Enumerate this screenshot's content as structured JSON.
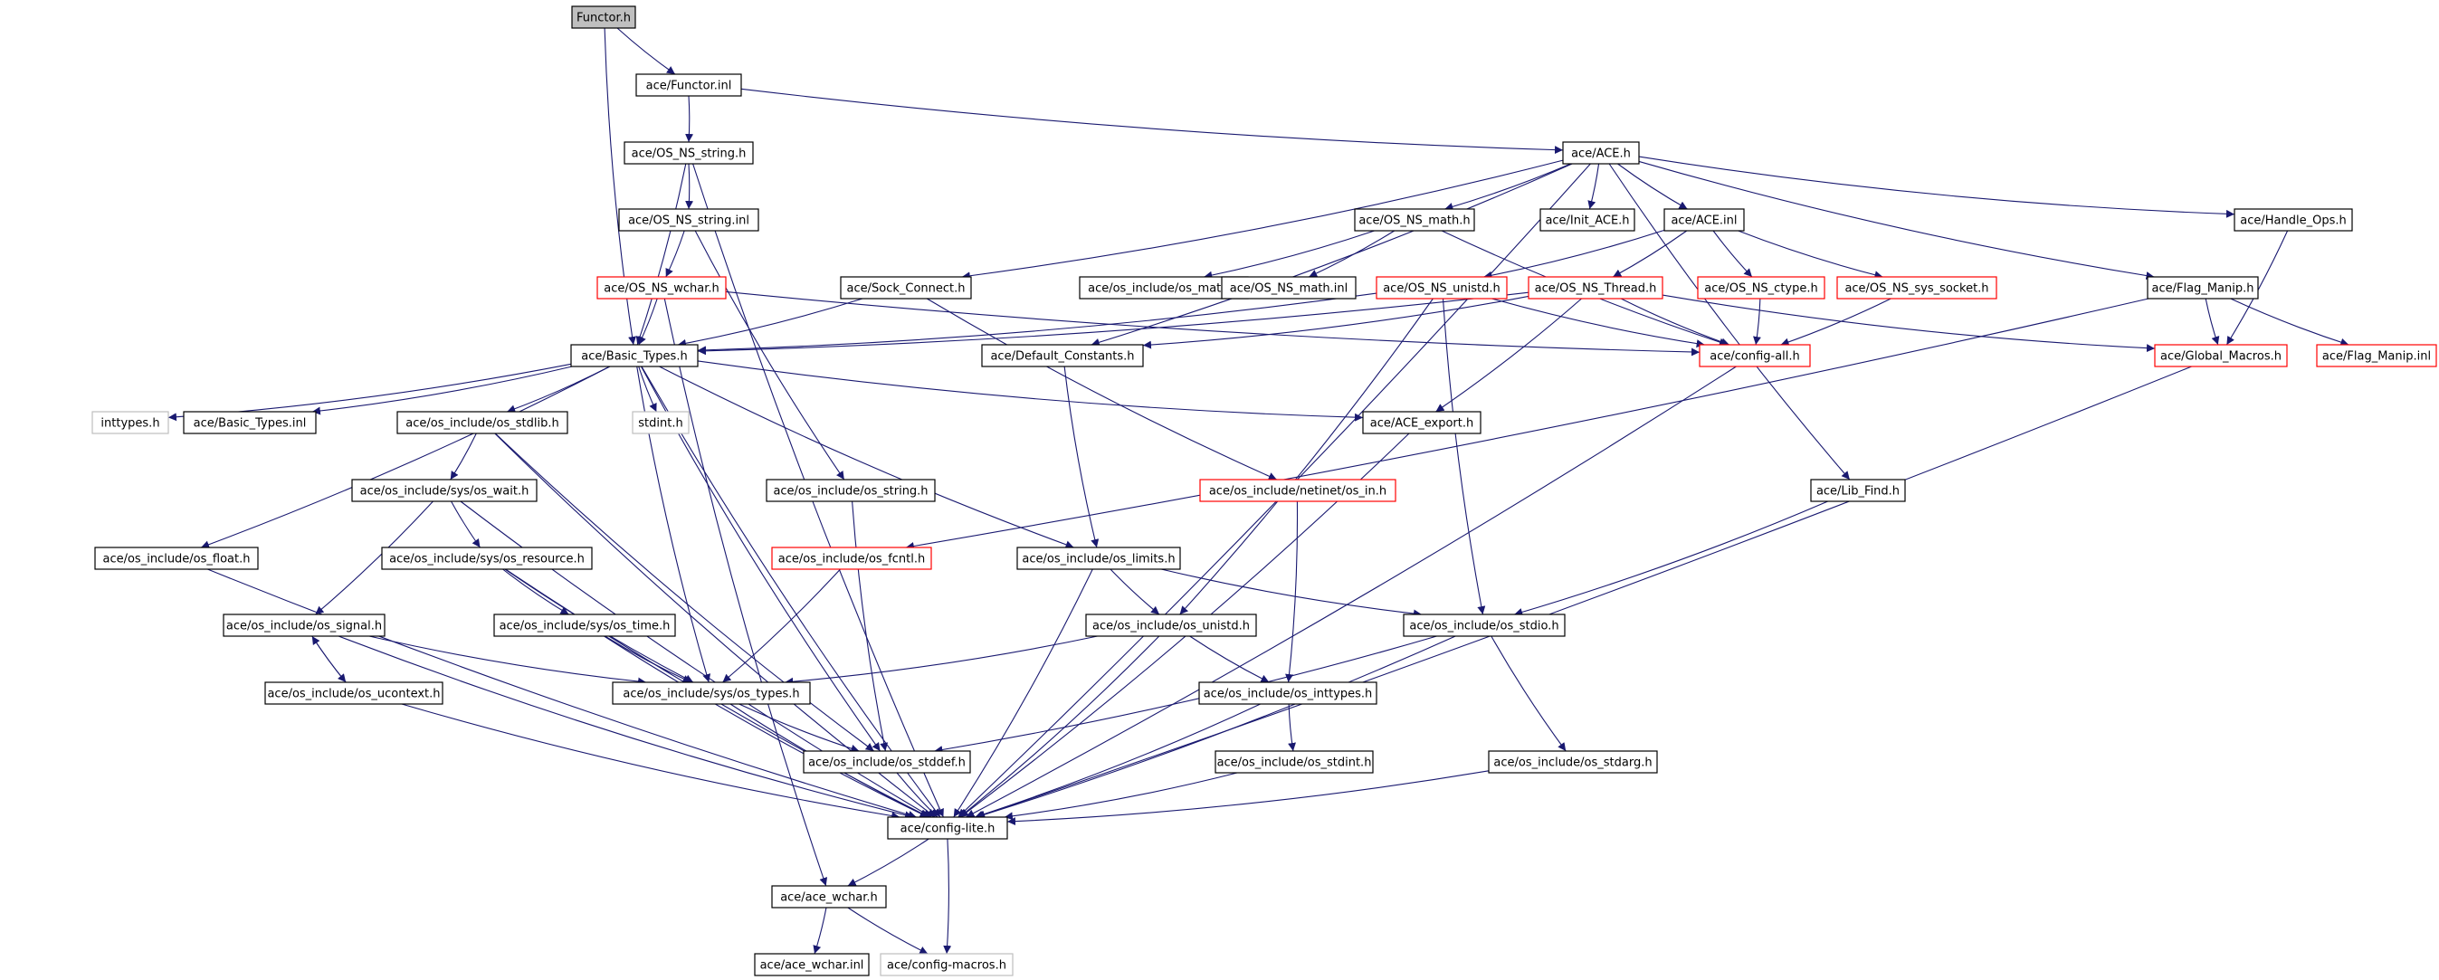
{
  "graph": {
    "colors": {
      "edge": "#191970",
      "border_normal": "#000000",
      "border_truncated": "#ff0000",
      "border_external": "#bfbfbf",
      "fill_root": "#bfbfbf",
      "fill_default": "#ffffff"
    },
    "nodes": [
      {
        "id": "n_functor_h",
        "label": "Functor.h",
        "kind": "root"
      },
      {
        "id": "n_functor_inl",
        "label": "ace/Functor.inl",
        "kind": "normal"
      },
      {
        "id": "n_os_ns_string_h",
        "label": "ace/OS_NS_string.h",
        "kind": "normal"
      },
      {
        "id": "n_ace_h",
        "label": "ace/ACE.h",
        "kind": "normal"
      },
      {
        "id": "n_os_ns_string_inl",
        "label": "ace/OS_NS_string.inl",
        "kind": "normal"
      },
      {
        "id": "n_os_ns_math_h",
        "label": "ace/OS_NS_math.h",
        "kind": "normal"
      },
      {
        "id": "n_init_ace_h",
        "label": "ace/Init_ACE.h",
        "kind": "normal"
      },
      {
        "id": "n_ace_inl",
        "label": "ace/ACE.inl",
        "kind": "normal"
      },
      {
        "id": "n_handle_ops_h",
        "label": "ace/Handle_Ops.h",
        "kind": "normal"
      },
      {
        "id": "n_os_ns_wchar_h",
        "label": "ace/OS_NS_wchar.h",
        "kind": "truncated"
      },
      {
        "id": "n_sock_connect_h",
        "label": "ace/Sock_Connect.h",
        "kind": "normal"
      },
      {
        "id": "n_os_math_h",
        "label": "ace/os_include/os_math.h",
        "kind": "normal"
      },
      {
        "id": "n_os_ns_math_inl",
        "label": "ace/OS_NS_math.inl",
        "kind": "normal"
      },
      {
        "id": "n_os_ns_unistd_h",
        "label": "ace/OS_NS_unistd.h",
        "kind": "truncated"
      },
      {
        "id": "n_os_ns_thread_h",
        "label": "ace/OS_NS_Thread.h",
        "kind": "truncated"
      },
      {
        "id": "n_os_ns_ctype_h",
        "label": "ace/OS_NS_ctype.h",
        "kind": "truncated"
      },
      {
        "id": "n_os_ns_sys_socket_h",
        "label": "ace/OS_NS_sys_socket.h",
        "kind": "truncated"
      },
      {
        "id": "n_flag_manip_h",
        "label": "ace/Flag_Manip.h",
        "kind": "normal"
      },
      {
        "id": "n_basic_types_h",
        "label": "ace/Basic_Types.h",
        "kind": "normal"
      },
      {
        "id": "n_default_constants_h",
        "label": "ace/Default_Constants.h",
        "kind": "normal"
      },
      {
        "id": "n_config_all_h",
        "label": "ace/config-all.h",
        "kind": "truncated"
      },
      {
        "id": "n_global_macros_h",
        "label": "ace/Global_Macros.h",
        "kind": "truncated"
      },
      {
        "id": "n_flag_manip_inl",
        "label": "ace/Flag_Manip.inl",
        "kind": "truncated"
      },
      {
        "id": "n_inttypes_h",
        "label": "inttypes.h",
        "kind": "external"
      },
      {
        "id": "n_basic_types_inl",
        "label": "ace/Basic_Types.inl",
        "kind": "normal"
      },
      {
        "id": "n_os_stdlib_h",
        "label": "ace/os_include/os_stdlib.h",
        "kind": "normal"
      },
      {
        "id": "n_stdint_h",
        "label": "stdint.h",
        "kind": "external"
      },
      {
        "id": "n_ace_export_h",
        "label": "ace/ACE_export.h",
        "kind": "normal"
      },
      {
        "id": "n_os_wait_h",
        "label": "ace/os_include/sys/os_wait.h",
        "kind": "normal"
      },
      {
        "id": "n_os_string_h",
        "label": "ace/os_include/os_string.h",
        "kind": "normal"
      },
      {
        "id": "n_netinet_os_in_h",
        "label": "ace/os_include/netinet/os_in.h",
        "kind": "truncated"
      },
      {
        "id": "n_lib_find_h",
        "label": "ace/Lib_Find.h",
        "kind": "normal"
      },
      {
        "id": "n_os_float_h",
        "label": "ace/os_include/os_float.h",
        "kind": "normal"
      },
      {
        "id": "n_os_resource_h",
        "label": "ace/os_include/sys/os_resource.h",
        "kind": "normal"
      },
      {
        "id": "n_os_fcntl_h",
        "label": "ace/os_include/os_fcntl.h",
        "kind": "truncated"
      },
      {
        "id": "n_os_limits_h",
        "label": "ace/os_include/os_limits.h",
        "kind": "normal"
      },
      {
        "id": "n_os_signal_h",
        "label": "ace/os_include/os_signal.h",
        "kind": "normal"
      },
      {
        "id": "n_os_time_h",
        "label": "ace/os_include/sys/os_time.h",
        "kind": "normal"
      },
      {
        "id": "n_os_unistd_h",
        "label": "ace/os_include/os_unistd.h",
        "kind": "normal"
      },
      {
        "id": "n_os_stdio_h",
        "label": "ace/os_include/os_stdio.h",
        "kind": "normal"
      },
      {
        "id": "n_os_ucontext_h",
        "label": "ace/os_include/os_ucontext.h",
        "kind": "normal"
      },
      {
        "id": "n_os_types_h",
        "label": "ace/os_include/sys/os_types.h",
        "kind": "normal"
      },
      {
        "id": "n_os_inttypes_h",
        "label": "ace/os_include/os_inttypes.h",
        "kind": "normal"
      },
      {
        "id": "n_os_stddef_h",
        "label": "ace/os_include/os_stddef.h",
        "kind": "normal"
      },
      {
        "id": "n_os_stdint_h",
        "label": "ace/os_include/os_stdint.h",
        "kind": "normal"
      },
      {
        "id": "n_os_stdarg_h",
        "label": "ace/os_include/os_stdarg.h",
        "kind": "normal"
      },
      {
        "id": "n_config_lite_h",
        "label": "ace/config-lite.h",
        "kind": "normal"
      },
      {
        "id": "n_ace_wchar_h",
        "label": "ace/ace_wchar.h",
        "kind": "normal"
      },
      {
        "id": "n_ace_wchar_inl",
        "label": "ace/ace_wchar.inl",
        "kind": "normal"
      },
      {
        "id": "n_config_macros_h",
        "label": "ace/config-macros.h",
        "kind": "external"
      }
    ],
    "edges": [
      [
        "n_functor_h",
        "n_functor_inl"
      ],
      [
        "n_functor_h",
        "n_basic_types_h"
      ],
      [
        "n_functor_inl",
        "n_os_ns_string_h"
      ],
      [
        "n_functor_inl",
        "n_ace_h"
      ],
      [
        "n_os_ns_string_h",
        "n_os_ns_string_inl"
      ],
      [
        "n_os_ns_string_h",
        "n_basic_types_h"
      ],
      [
        "n_os_ns_string_h",
        "n_config_lite_h"
      ],
      [
        "n_os_ns_string_inl",
        "n_os_ns_wchar_h"
      ],
      [
        "n_os_ns_string_inl",
        "n_os_string_h"
      ],
      [
        "n_os_ns_wchar_h",
        "n_basic_types_h"
      ],
      [
        "n_os_ns_wchar_h",
        "n_ace_wchar_h"
      ],
      [
        "n_os_ns_wchar_h",
        "n_config_all_h"
      ],
      [
        "n_ace_h",
        "n_sock_connect_h"
      ],
      [
        "n_ace_h",
        "n_os_ns_math_h"
      ],
      [
        "n_ace_h",
        "n_init_ace_h"
      ],
      [
        "n_ace_h",
        "n_ace_inl"
      ],
      [
        "n_ace_h",
        "n_handle_ops_h"
      ],
      [
        "n_ace_h",
        "n_flag_manip_h"
      ],
      [
        "n_ace_h",
        "n_default_constants_h"
      ],
      [
        "n_ace_h",
        "n_lib_find_h"
      ],
      [
        "n_ace_h",
        "n_config_lite_h"
      ],
      [
        "n_os_ns_math_h",
        "n_os_math_h"
      ],
      [
        "n_os_ns_math_h",
        "n_os_ns_math_inl"
      ],
      [
        "n_os_ns_math_h",
        "n_config_all_h"
      ],
      [
        "n_ace_inl",
        "n_os_ns_unistd_h"
      ],
      [
        "n_ace_inl",
        "n_os_ns_thread_h"
      ],
      [
        "n_ace_inl",
        "n_os_ns_ctype_h"
      ],
      [
        "n_ace_inl",
        "n_os_ns_sys_socket_h"
      ],
      [
        "n_sock_connect_h",
        "n_basic_types_h"
      ],
      [
        "n_sock_connect_h",
        "n_netinet_os_in_h"
      ],
      [
        "n_os_ns_unistd_h",
        "n_basic_types_h"
      ],
      [
        "n_os_ns_unistd_h",
        "n_config_all_h"
      ],
      [
        "n_os_ns_unistd_h",
        "n_os_unistd_h"
      ],
      [
        "n_os_ns_unistd_h",
        "n_os_stdio_h"
      ],
      [
        "n_os_ns_thread_h",
        "n_basic_types_h"
      ],
      [
        "n_os_ns_thread_h",
        "n_config_all_h"
      ],
      [
        "n_os_ns_thread_h",
        "n_ace_export_h"
      ],
      [
        "n_os_ns_thread_h",
        "n_global_macros_h"
      ],
      [
        "n_os_ns_thread_h",
        "n_default_constants_h"
      ],
      [
        "n_os_ns_ctype_h",
        "n_config_all_h"
      ],
      [
        "n_os_ns_sys_socket_h",
        "n_config_all_h"
      ],
      [
        "n_handle_ops_h",
        "n_global_macros_h"
      ],
      [
        "n_flag_manip_h",
        "n_global_macros_h"
      ],
      [
        "n_flag_manip_h",
        "n_flag_manip_inl"
      ],
      [
        "n_flag_manip_h",
        "n_os_fcntl_h"
      ],
      [
        "n_basic_types_h",
        "n_inttypes_h"
      ],
      [
        "n_basic_types_h",
        "n_basic_types_inl"
      ],
      [
        "n_basic_types_h",
        "n_os_stdlib_h"
      ],
      [
        "n_basic_types_h",
        "n_stdint_h"
      ],
      [
        "n_basic_types_h",
        "n_ace_export_h"
      ],
      [
        "n_basic_types_h",
        "n_os_float_h"
      ],
      [
        "n_basic_types_h",
        "n_os_limits_h"
      ],
      [
        "n_basic_types_h",
        "n_os_types_h"
      ],
      [
        "n_basic_types_h",
        "n_os_stddef_h"
      ],
      [
        "n_basic_types_h",
        "n_config_lite_h"
      ],
      [
        "n_default_constants_h",
        "n_os_limits_h"
      ],
      [
        "n_config_all_h",
        "n_config_lite_h"
      ],
      [
        "n_global_macros_h",
        "n_config_lite_h"
      ],
      [
        "n_ace_export_h",
        "n_config_lite_h"
      ],
      [
        "n_os_stdlib_h",
        "n_os_wait_h"
      ],
      [
        "n_os_stdlib_h",
        "n_os_stddef_h"
      ],
      [
        "n_os_stdlib_h",
        "n_config_lite_h"
      ],
      [
        "n_os_wait_h",
        "n_os_resource_h"
      ],
      [
        "n_os_wait_h",
        "n_os_signal_h"
      ],
      [
        "n_os_wait_h",
        "n_config_lite_h"
      ],
      [
        "n_os_string_h",
        "n_os_stddef_h"
      ],
      [
        "n_netinet_os_in_h",
        "n_os_inttypes_h"
      ],
      [
        "n_lib_find_h",
        "n_os_stdio_h"
      ],
      [
        "n_os_float_h",
        "n_config_lite_h"
      ],
      [
        "n_os_resource_h",
        "n_os_time_h"
      ],
      [
        "n_os_resource_h",
        "n_os_types_h"
      ],
      [
        "n_os_resource_h",
        "n_config_lite_h"
      ],
      [
        "n_os_fcntl_h",
        "n_os_types_h"
      ],
      [
        "n_os_limits_h",
        "n_os_unistd_h"
      ],
      [
        "n_os_limits_h",
        "n_os_stdio_h"
      ],
      [
        "n_os_limits_h",
        "n_config_lite_h"
      ],
      [
        "n_os_signal_h",
        "n_os_ucontext_h"
      ],
      [
        "n_os_signal_h",
        "n_os_types_h"
      ],
      [
        "n_os_signal_h",
        "n_config_lite_h"
      ],
      [
        "n_os_ucontext_h",
        "n_os_signal_h"
      ],
      [
        "n_os_ucontext_h",
        "n_config_lite_h"
      ],
      [
        "n_os_time_h",
        "n_os_types_h"
      ],
      [
        "n_os_time_h",
        "n_config_lite_h"
      ],
      [
        "n_os_unistd_h",
        "n_os_types_h"
      ],
      [
        "n_os_unistd_h",
        "n_os_inttypes_h"
      ],
      [
        "n_os_unistd_h",
        "n_config_lite_h"
      ],
      [
        "n_os_stdio_h",
        "n_os_stddef_h"
      ],
      [
        "n_os_stdio_h",
        "n_os_stdarg_h"
      ],
      [
        "n_os_stdio_h",
        "n_config_lite_h"
      ],
      [
        "n_os_types_h",
        "n_os_stddef_h"
      ],
      [
        "n_os_types_h",
        "n_config_lite_h"
      ],
      [
        "n_os_inttypes_h",
        "n_os_stdint_h"
      ],
      [
        "n_os_inttypes_h",
        "n_config_lite_h"
      ],
      [
        "n_os_stddef_h",
        "n_config_lite_h"
      ],
      [
        "n_os_stdint_h",
        "n_config_lite_h"
      ],
      [
        "n_os_stdarg_h",
        "n_config_lite_h"
      ],
      [
        "n_config_lite_h",
        "n_ace_wchar_h"
      ],
      [
        "n_config_lite_h",
        "n_config_macros_h"
      ],
      [
        "n_ace_wchar_h",
        "n_ace_wchar_inl"
      ],
      [
        "n_ace_wchar_h",
        "n_config_macros_h"
      ]
    ]
  }
}
